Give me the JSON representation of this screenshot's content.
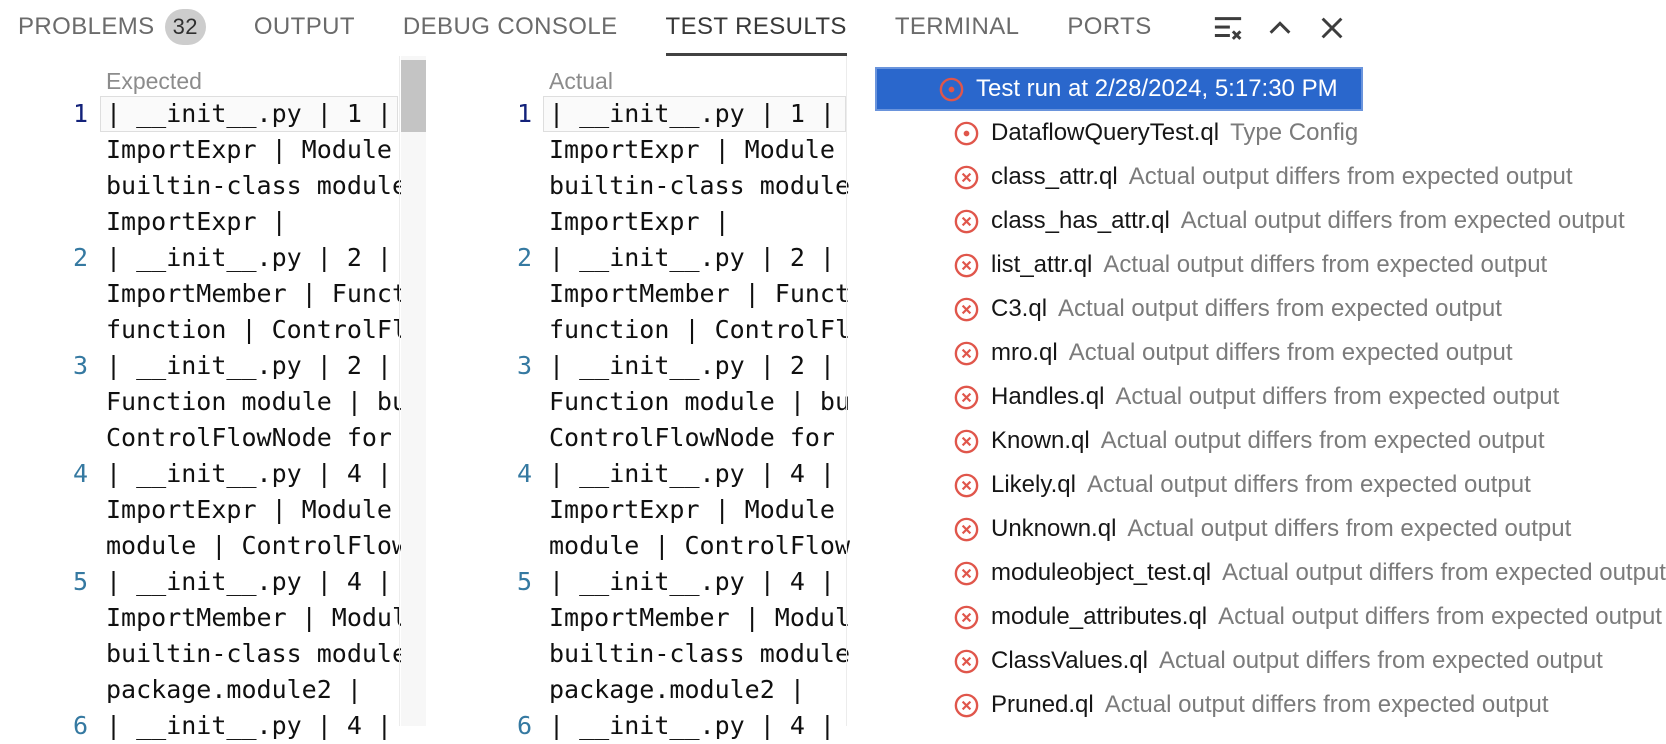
{
  "colors": {
    "selection_blue": "#2a67cc",
    "selection_focus_border": "#6a94dc",
    "error_red": "#e0564b",
    "line_number": "#3579a1",
    "active_line_number": "#13227a",
    "tab_active_underline": "#424242",
    "icon_gray": "#3d3d3d"
  },
  "panel_tabs": {
    "tabs": [
      {
        "label": "PROBLEMS",
        "badge": "32",
        "active": false
      },
      {
        "label": "OUTPUT",
        "active": false
      },
      {
        "label": "DEBUG CONSOLE",
        "active": false
      },
      {
        "label": "TEST RESULTS",
        "active": true
      },
      {
        "label": "TERMINAL",
        "active": false
      },
      {
        "label": "PORTS",
        "active": false
      }
    ],
    "actions": [
      {
        "name": "clear-output-icon"
      },
      {
        "name": "maximize-panel-icon"
      },
      {
        "name": "close-panel-icon"
      }
    ]
  },
  "diff": {
    "expected_label": "Expected",
    "actual_label": "Actual",
    "lines": [
      {
        "num": "1",
        "current": true,
        "rows": [
          "| __init__.py | 1 |",
          "ImportExpr | Module",
          "builtin-class module",
          "ImportExpr |"
        ]
      },
      {
        "num": "2",
        "rows": [
          "| __init__.py | 2 |",
          "ImportMember | Funct",
          "function | ControlFl"
        ]
      },
      {
        "num": "3",
        "rows": [
          "| __init__.py | 2 |",
          "Function module | bu",
          "ControlFlowNode for"
        ]
      },
      {
        "num": "4",
        "rows": [
          "| __init__.py | 4 |",
          "ImportExpr | Module",
          "module | ControlFlow"
        ]
      },
      {
        "num": "5",
        "rows": [
          "| __init__.py | 4 |",
          "ImportMember | Modul",
          "builtin-class module",
          "package.module2 |"
        ]
      },
      {
        "num": "6",
        "rows": [
          "| __init__.py | 4 |"
        ]
      }
    ]
  },
  "tree": {
    "run": {
      "label": "Test run at 2/28/2024, 5:17:30 PM",
      "icon": "error-circle-dot",
      "selected": true
    },
    "items": [
      {
        "name": "DataflowQueryTest.ql",
        "message": "Type Config",
        "icon": "error-circle-dot"
      },
      {
        "name": "class_attr.ql",
        "message": "Actual output differs from expected output",
        "icon": "error-circle-x"
      },
      {
        "name": "class_has_attr.ql",
        "message": "Actual output differs from expected output",
        "icon": "error-circle-x"
      },
      {
        "name": "list_attr.ql",
        "message": "Actual output differs from expected output",
        "icon": "error-circle-x"
      },
      {
        "name": "C3.ql",
        "message": "Actual output differs from expected output",
        "icon": "error-circle-x"
      },
      {
        "name": "mro.ql",
        "message": "Actual output differs from expected output",
        "icon": "error-circle-x"
      },
      {
        "name": "Handles.ql",
        "message": "Actual output differs from expected output",
        "icon": "error-circle-x"
      },
      {
        "name": "Known.ql",
        "message": "Actual output differs from expected output",
        "icon": "error-circle-x"
      },
      {
        "name": "Likely.ql",
        "message": "Actual output differs from expected output",
        "icon": "error-circle-x"
      },
      {
        "name": "Unknown.ql",
        "message": "Actual output differs from expected output",
        "icon": "error-circle-x"
      },
      {
        "name": "moduleobject_test.ql",
        "message": "Actual output differs from expected output",
        "icon": "error-circle-x"
      },
      {
        "name": "module_attributes.ql",
        "message": "Actual output differs from expected output",
        "icon": "error-circle-x"
      },
      {
        "name": "ClassValues.ql",
        "message": "Actual output differs from expected output",
        "icon": "error-circle-x"
      },
      {
        "name": "Pruned.ql",
        "message": "Actual output differs from expected output",
        "icon": "error-circle-x"
      }
    ]
  }
}
